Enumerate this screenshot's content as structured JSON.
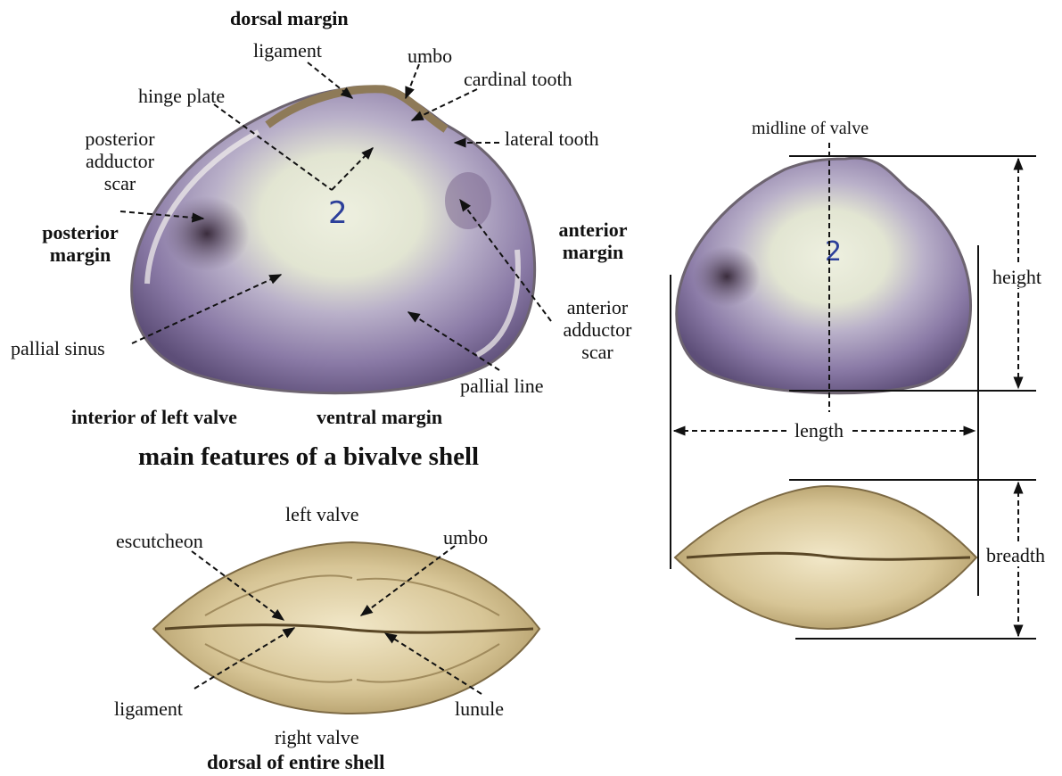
{
  "interior_view": {
    "title": "main features of a bivalve shell",
    "labels": {
      "dorsal_margin": "dorsal margin",
      "ligament": "ligament",
      "umbo": "umbo",
      "cardinal_tooth": "cardinal tooth",
      "hinge_plate": "hinge plate",
      "lateral_tooth": "lateral tooth",
      "posterior_adductor_scar": "posterior\nadductor\nscar",
      "posterior_margin": "posterior\nmargin",
      "anterior_margin": "anterior\nmargin",
      "pallial_sinus": "pallial sinus",
      "anterior_adductor_scar": "anterior\nadductor\nscar",
      "pallial_line": "pallial line",
      "interior_of_left_valve": "interior of left valve",
      "ventral_margin": "ventral margin"
    }
  },
  "dorsal_view": {
    "caption": "dorsal of entire shell",
    "labels": {
      "left_valve": "left valve",
      "escutcheon": "escutcheon",
      "umbo": "umbo",
      "ligament": "ligament",
      "lunule": "lunule",
      "right_valve": "right valve"
    }
  },
  "measurement_view": {
    "labels": {
      "midline_of_valve": "midline of valve",
      "height": "height",
      "length": "length",
      "breadth": "breadth"
    }
  },
  "colors": {
    "shell_interior_light": "#e6e9d8",
    "shell_interior_purple": "#8a7aa6",
    "shell_interior_dark": "#4a3a5a",
    "shell_exterior": "#cdb98a",
    "shell_exterior_dark": "#6d5a34"
  }
}
